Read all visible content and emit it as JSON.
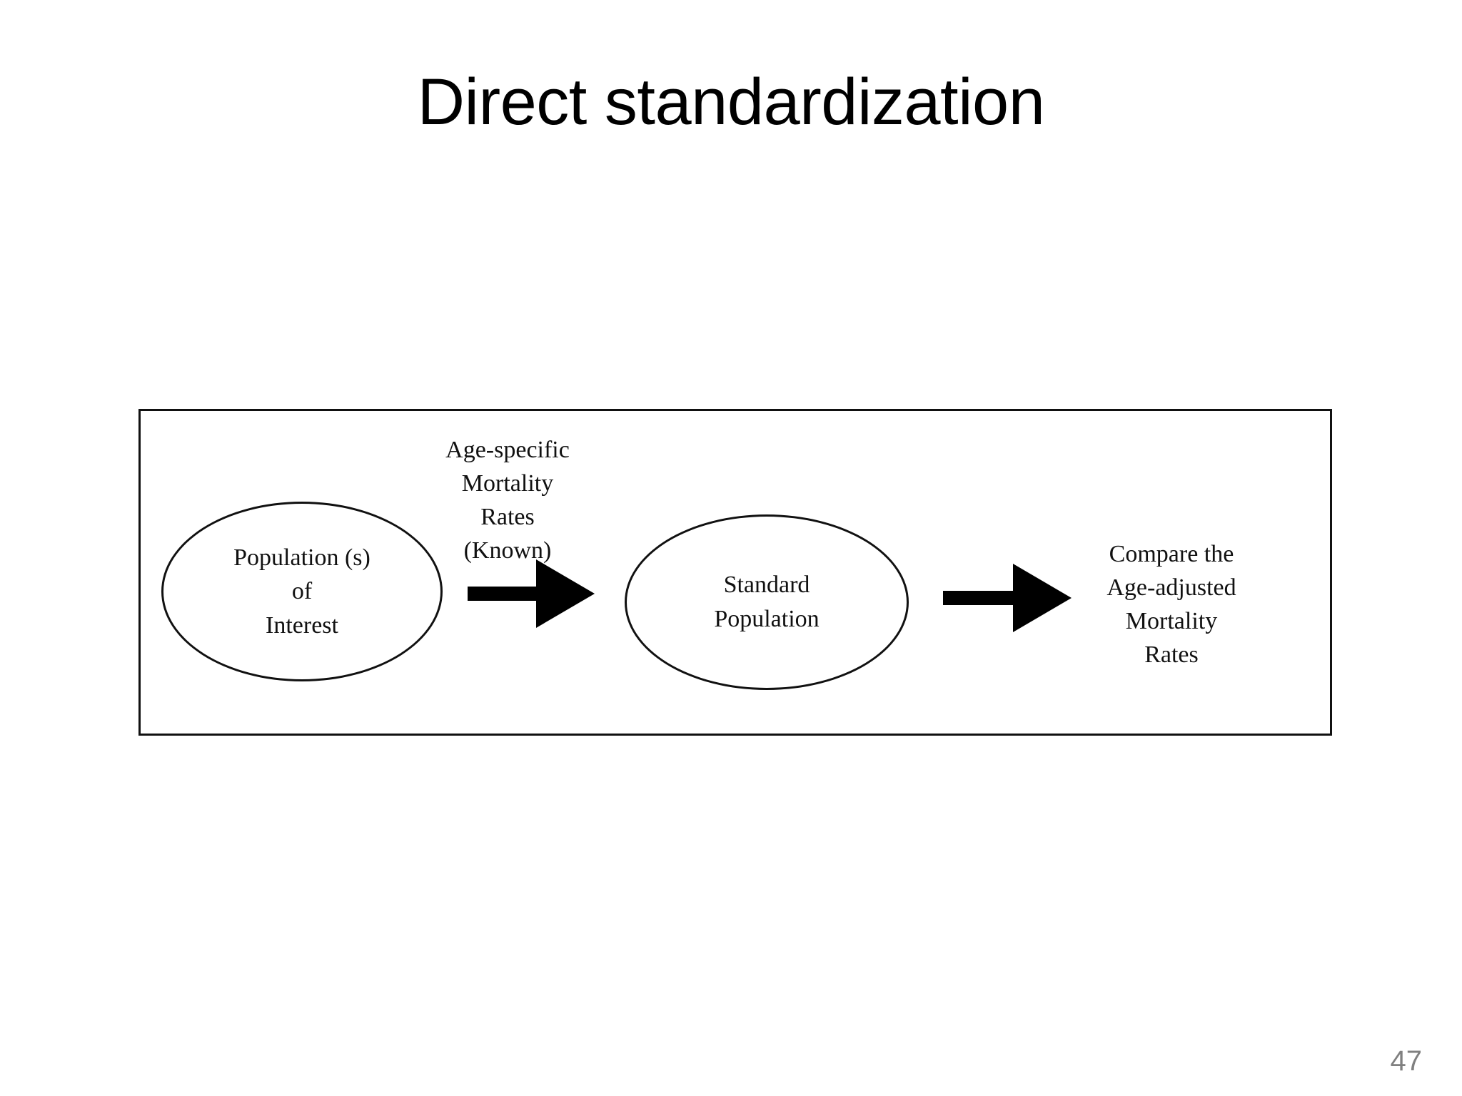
{
  "slide": {
    "title": "Direct standardization",
    "page_number": "47",
    "page_number_color": "#808080",
    "background_color": "#ffffff"
  },
  "figure": {
    "frame_border_color": "#111111",
    "stroke_color": "#111111",
    "arrow_fill_color": "#000000",
    "nodes": [
      {
        "name": "population-of-interest",
        "shape": "ellipse",
        "label": "Population (s)\nof\nInterest"
      },
      {
        "name": "standard-population",
        "shape": "ellipse",
        "label": "Standard\nPopulation"
      }
    ],
    "captions": [
      {
        "name": "age-specific-rates",
        "label": "Age-specific\nMortality\nRates\n(Known)"
      },
      {
        "name": "compare-age-adjusted",
        "label": "Compare the\nAge-adjusted\nMortality\nRates"
      }
    ],
    "arrows": [
      {
        "name": "populations-to-standard",
        "direction": "right"
      },
      {
        "name": "standard-to-compare",
        "direction": "right"
      }
    ]
  }
}
